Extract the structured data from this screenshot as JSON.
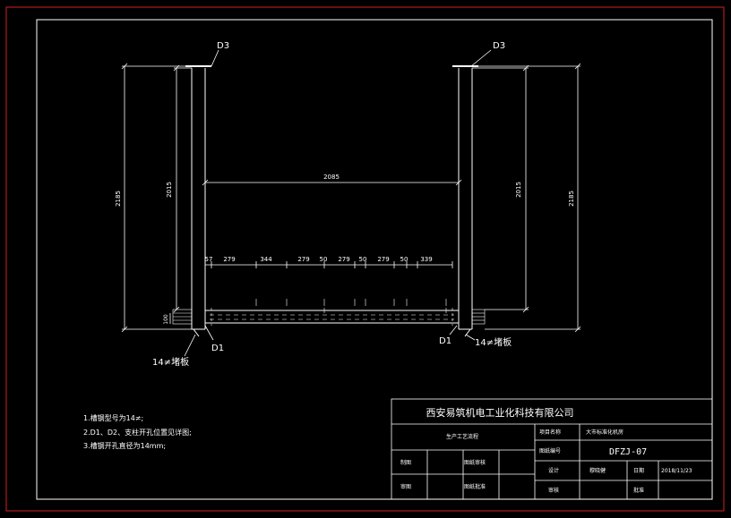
{
  "colors": {
    "background": "#000000",
    "lines": "#ffffff",
    "outer_frame": "#d42020"
  },
  "labels": {
    "d3_left": "D3",
    "d3_right": "D3",
    "d1_left": "D1",
    "d1_right": "D1",
    "plate_left": "14≠堵板",
    "plate_right": "14≠堵板"
  },
  "dimensions": {
    "left_outer_height": "2185",
    "left_inner_height": "2015",
    "right_inner_height": "2015",
    "right_outer_height": "2185",
    "span_width": "2085",
    "small_vertical": "100",
    "segments": [
      "57",
      "279",
      "344",
      "279",
      "50",
      "279",
      "50",
      "279",
      "50",
      "339"
    ]
  },
  "notes": [
    "1.槽钢型号为14≠;",
    "2.D1、D2、支柱开孔位置见详图;",
    "3.槽钢开孔直径为14mm;"
  ],
  "title_block": {
    "company": "西安易筑机电工业化科技有限公司",
    "drawing_type": "生产工艺流程",
    "project_label": "项目名称",
    "project_value": "大市标准化机房",
    "drawing_no_label": "图纸编号",
    "drawing_no_value": "DFZJ-07",
    "design_label": "设计",
    "design_value": "穆晓健",
    "date_label": "日期",
    "date_value": "2018/11/23",
    "check_label": "审核",
    "approve_label": "批准",
    "drafter_label": "制图",
    "reviewer_label": "图纸审核",
    "process_label": "审图",
    "approval_label": "图纸批准"
  }
}
